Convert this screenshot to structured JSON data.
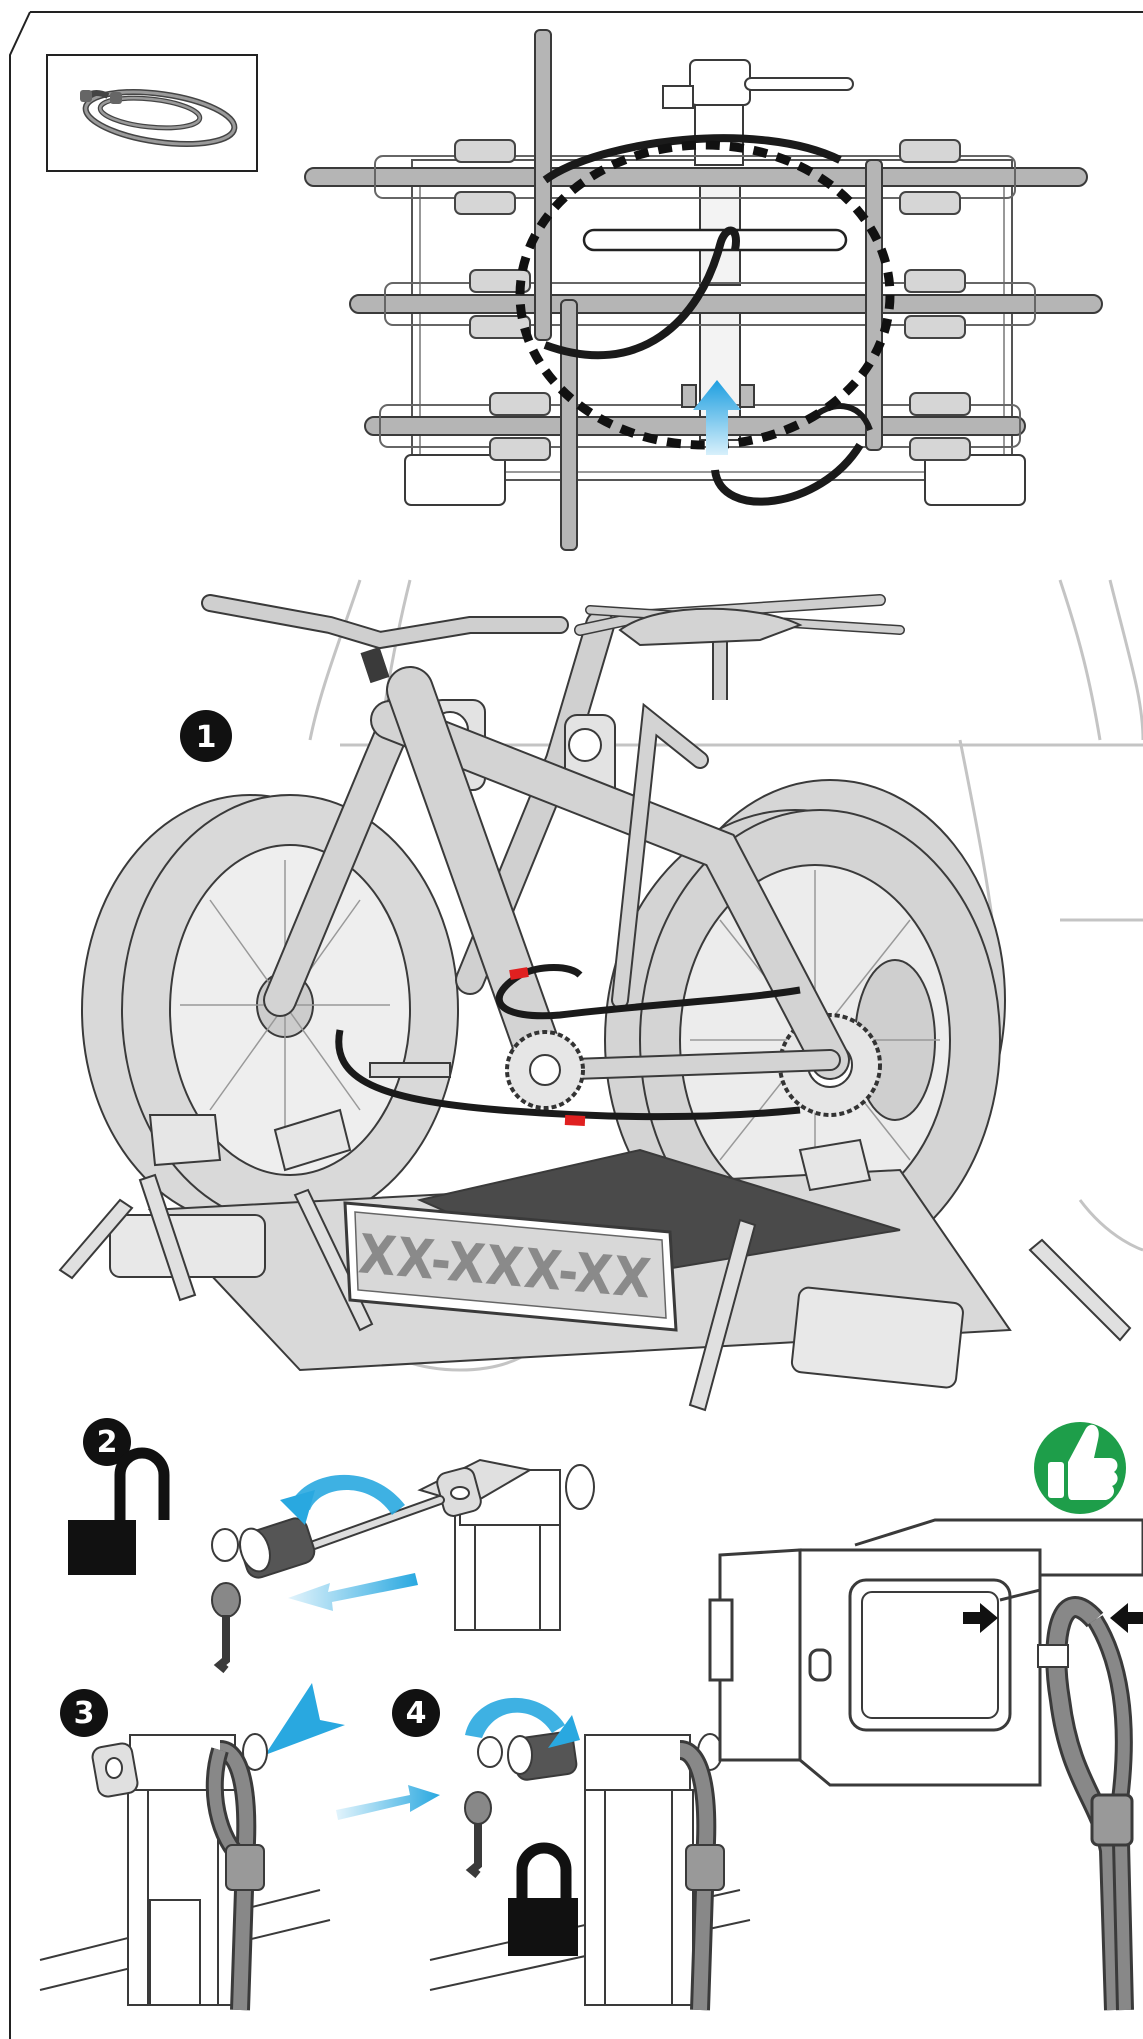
{
  "steps": [
    {
      "number": "1"
    },
    {
      "number": "2"
    },
    {
      "number": "3"
    },
    {
      "number": "4"
    }
  ],
  "license_plate": "XX-XXX-XX",
  "icons": {
    "cable": "cable-lock-icon",
    "open_lock": "unlocked-padlock-icon",
    "closed_lock": "locked-padlock-icon",
    "approval": "thumbs-up-icon",
    "direction": "blue-arrow-icon"
  },
  "colors": {
    "line": "#3a3a3a",
    "fill_light": "#e6e6e6",
    "fill_mid": "#cfcfcf",
    "cable": "#1a1a1a",
    "cable_marker": "#e02020",
    "accent_blue": "#29a8e0",
    "approval_green": "#1e9e4a",
    "car_outline": "#bdbdbd"
  }
}
